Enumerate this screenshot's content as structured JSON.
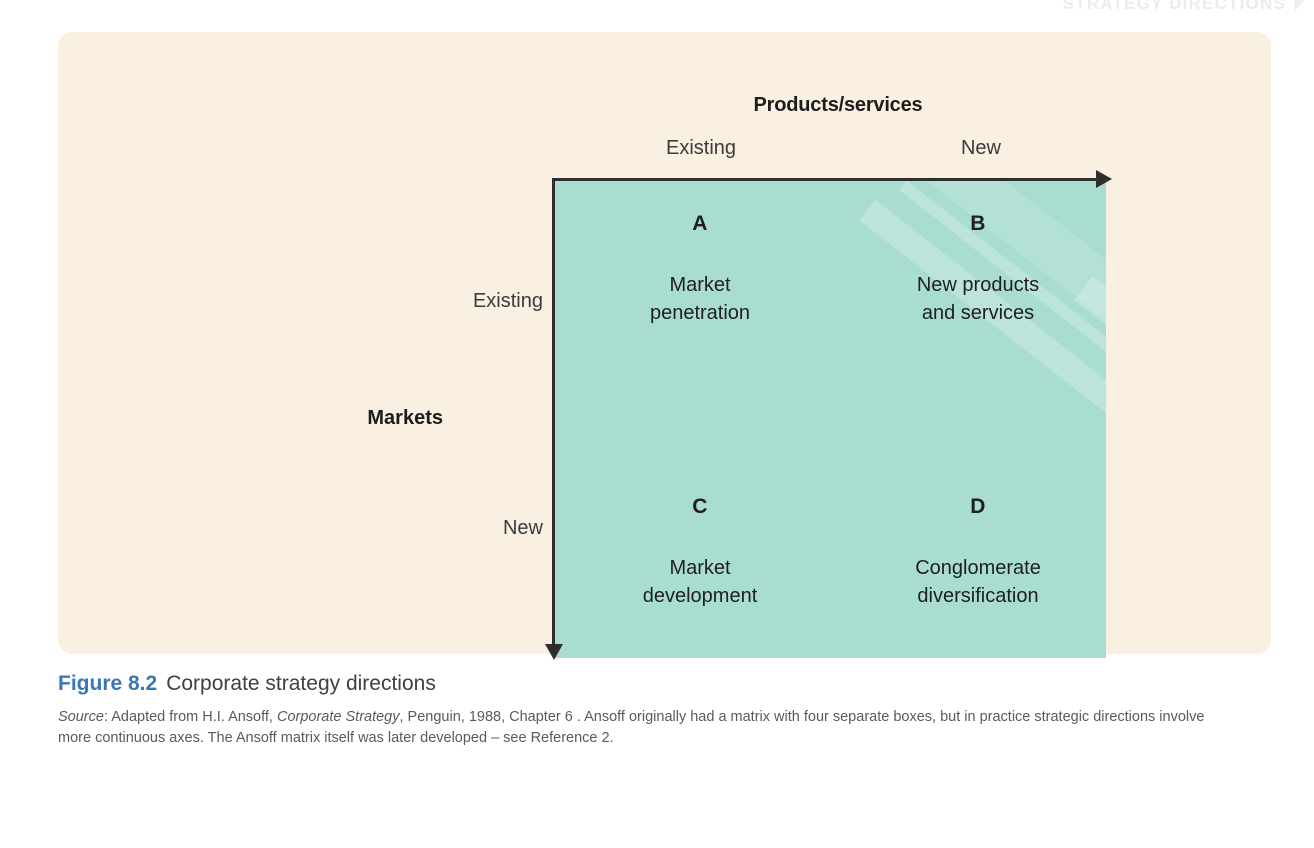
{
  "running_header": {
    "text": "STRATEGY DIRECTIONS"
  },
  "figure": {
    "axes": {
      "columns_title": "Products/services",
      "column_labels": [
        "Existing",
        "New"
      ],
      "rows_title": "Markets",
      "row_labels": [
        "Existing",
        "New"
      ]
    },
    "cells": [
      {
        "letter": "A",
        "line1": "Market",
        "line2": "penetration"
      },
      {
        "letter": "B",
        "line1": "New products",
        "line2": "and services"
      },
      {
        "letter": "C",
        "line1": "Market",
        "line2": "development"
      },
      {
        "letter": "D",
        "line1": "Conglomerate",
        "line2": "diversification"
      }
    ],
    "colors": {
      "panel_background": "#faf0e2",
      "matrix_fill": "#a9ddd2",
      "axis_line": "#2e2e2e",
      "figure_number": "#3a77b5"
    }
  },
  "caption": {
    "figure_number": "Figure 8.2",
    "title": "Corporate strategy directions",
    "source_label": "Source",
    "source_segment_1": ": Adapted from H.I. Ansoff, ",
    "source_work": "Corporate Strategy",
    "source_segment_2": ", Penguin, 1988, Chapter 6 . Ansoff originally had a matrix with four separate boxes, but in practice strategic directions involve more continuous axes. The Ansoff matrix itself was later developed – see Reference 2."
  },
  "chart_data": {
    "type": "table",
    "title": "Corporate strategy directions",
    "xlabel": "Products/services",
    "ylabel": "Markets",
    "x_categories": [
      "Existing",
      "New"
    ],
    "y_categories": [
      "Existing",
      "New"
    ],
    "cells": [
      {
        "id": "A",
        "row": "Existing markets",
        "column": "Existing products/services",
        "label": "Market penetration"
      },
      {
        "id": "B",
        "row": "Existing markets",
        "column": "New products/services",
        "label": "New products and services"
      },
      {
        "id": "C",
        "row": "New markets",
        "column": "Existing products/services",
        "label": "Market development"
      },
      {
        "id": "D",
        "row": "New markets",
        "column": "New products/services",
        "label": "Conglomerate diversification"
      }
    ],
    "grid": false,
    "legend": "none"
  }
}
